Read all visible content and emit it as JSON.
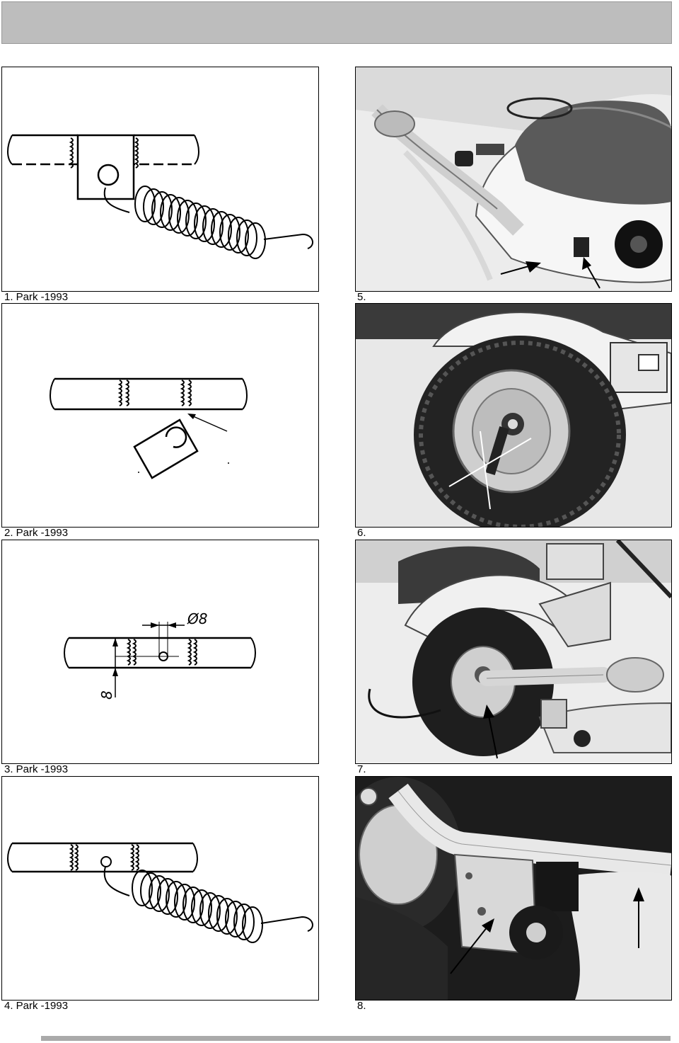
{
  "captions": {
    "fig1": "1. Park -1993",
    "fig2": "2. Park -1993",
    "fig3": "3. Park -1993",
    "fig4": "4. Park -1993",
    "fig5": "5.",
    "fig6": "6.",
    "fig7": "7.",
    "fig8": "8."
  },
  "figure3": {
    "diameter_label": "Ø8",
    "height_label": "8"
  },
  "colors": {
    "header_bar": "#bdbdbd",
    "footer_bar": "#aaaaaa"
  }
}
